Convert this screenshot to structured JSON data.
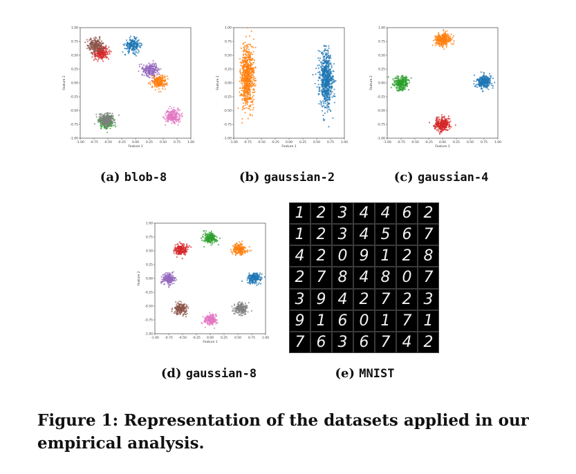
{
  "chart_data": [
    {
      "type": "scatter",
      "id": "blob-8",
      "xlabel": "Feature 1",
      "ylabel": "Feature 2",
      "xlim": [
        -1.0,
        1.0
      ],
      "ylim": [
        -1.0,
        1.0
      ],
      "xticks": [
        "-1.00",
        "-0.75",
        "-0.50",
        "-0.25",
        "0.00",
        "0.25",
        "0.50",
        "0.75",
        "1.00"
      ],
      "yticks": [
        "1.00",
        "0.75",
        "0.50",
        "0.25",
        "0.00",
        "-0.25",
        "-0.50",
        "-0.75",
        "-1.00"
      ],
      "series": [
        {
          "color": "#1f77b4",
          "center": [
            -0.05,
            0.68
          ],
          "spread": [
            0.07,
            0.06
          ],
          "n": 220
        },
        {
          "color": "#d62728",
          "center": [
            -0.62,
            0.55
          ],
          "spread": [
            0.07,
            0.06
          ],
          "n": 220
        },
        {
          "color": "#ff7f0e",
          "center": [
            0.42,
            0.02
          ],
          "spread": [
            0.07,
            0.06
          ],
          "n": 220
        },
        {
          "color": "#9467bd",
          "center": [
            0.28,
            0.24
          ],
          "spread": [
            0.07,
            0.06
          ],
          "n": 220
        },
        {
          "color": "#8c564b",
          "center": [
            -0.72,
            0.68
          ],
          "spread": [
            0.07,
            0.06
          ],
          "n": 220
        },
        {
          "color": "#2ca02c",
          "center": [
            -0.53,
            -0.7
          ],
          "spread": [
            0.07,
            0.06
          ],
          "n": 220
        },
        {
          "color": "#7f7f7f",
          "center": [
            -0.52,
            -0.67
          ],
          "spread": [
            0.07,
            0.06
          ],
          "n": 220
        },
        {
          "color": "#e377c2",
          "center": [
            0.67,
            -0.6
          ],
          "spread": [
            0.07,
            0.06
          ],
          "n": 220
        }
      ]
    },
    {
      "type": "scatter",
      "id": "gaussian-2",
      "xlabel": "Feature 1",
      "ylabel": "Feature 2",
      "xlim": [
        -1.0,
        1.0
      ],
      "ylim": [
        -1.0,
        1.0
      ],
      "xticks": [
        "-1.00",
        "-0.75",
        "-0.50",
        "-0.25",
        "0.00",
        "0.25",
        "0.50",
        "0.75",
        "1.00"
      ],
      "yticks": [
        "1.00",
        "0.75",
        "0.50",
        "0.25",
        "0.00",
        "-0.25",
        "-0.50",
        "-0.75",
        "-1.00"
      ],
      "series": [
        {
          "color": "#ff7f0e",
          "center": [
            -0.75,
            0.1
          ],
          "spread": [
            0.06,
            0.28
          ],
          "n": 700
        },
        {
          "color": "#1f77b4",
          "center": [
            0.67,
            0.05
          ],
          "spread": [
            0.06,
            0.25
          ],
          "n": 700
        }
      ]
    },
    {
      "type": "scatter",
      "id": "gaussian-4",
      "xlabel": "Feature 1",
      "ylabel": "Feature 2",
      "xlim": [
        -1.0,
        1.0
      ],
      "ylim": [
        -1.0,
        1.0
      ],
      "xticks": [
        "-1.00",
        "-0.75",
        "-0.50",
        "-0.25",
        "0.00",
        "0.25",
        "0.50",
        "0.75",
        "1.00"
      ],
      "yticks": [
        "1.00",
        "0.75",
        "0.50",
        "0.25",
        "0.00",
        "-0.25",
        "-0.50",
        "-0.75",
        "-1.00"
      ],
      "series": [
        {
          "color": "#ff7f0e",
          "center": [
            0.0,
            0.78
          ],
          "spread": [
            0.07,
            0.06
          ],
          "n": 300
        },
        {
          "color": "#2ca02c",
          "center": [
            -0.75,
            0.0
          ],
          "spread": [
            0.07,
            0.06
          ],
          "n": 300
        },
        {
          "color": "#1f77b4",
          "center": [
            0.75,
            0.02
          ],
          "spread": [
            0.07,
            0.06
          ],
          "n": 300
        },
        {
          "color": "#d62728",
          "center": [
            0.0,
            -0.75
          ],
          "spread": [
            0.07,
            0.06
          ],
          "n": 300
        }
      ]
    },
    {
      "type": "scatter",
      "id": "gaussian-8",
      "xlabel": "Feature 1",
      "ylabel": "Feature 2",
      "xlim": [
        -1.0,
        1.0
      ],
      "ylim": [
        -1.0,
        1.0
      ],
      "xticks": [
        "-1.00",
        "-0.75",
        "-0.50",
        "-0.25",
        "0.00",
        "0.25",
        "0.50",
        "0.75",
        "1.00"
      ],
      "yticks": [
        "1.00",
        "0.75",
        "0.50",
        "0.25",
        "0.00",
        "-0.25",
        "-0.50",
        "-0.75",
        "-1.00"
      ],
      "series": [
        {
          "color": "#2ca02c",
          "center": [
            0.0,
            0.73
          ],
          "spread": [
            0.06,
            0.05
          ],
          "n": 200
        },
        {
          "color": "#ff7f0e",
          "center": [
            0.53,
            0.53
          ],
          "spread": [
            0.06,
            0.05
          ],
          "n": 200
        },
        {
          "color": "#d62728",
          "center": [
            -0.53,
            0.52
          ],
          "spread": [
            0.06,
            0.05
          ],
          "n": 200
        },
        {
          "color": "#1f77b4",
          "center": [
            0.8,
            0.0
          ],
          "spread": [
            0.06,
            0.05
          ],
          "n": 200
        },
        {
          "color": "#9467bd",
          "center": [
            -0.75,
            0.0
          ],
          "spread": [
            0.06,
            0.05
          ],
          "n": 200
        },
        {
          "color": "#7f7f7f",
          "center": [
            0.55,
            -0.55
          ],
          "spread": [
            0.06,
            0.05
          ],
          "n": 200
        },
        {
          "color": "#8c564b",
          "center": [
            -0.53,
            -0.55
          ],
          "spread": [
            0.06,
            0.05
          ],
          "n": 200
        },
        {
          "color": "#e377c2",
          "center": [
            0.0,
            -0.75
          ],
          "spread": [
            0.06,
            0.05
          ],
          "n": 200
        }
      ]
    }
  ],
  "mnist": {
    "digits": [
      [
        "1",
        "2",
        "3",
        "4",
        "4",
        "6",
        "2"
      ],
      [
        "1",
        "2",
        "3",
        "4",
        "5",
        "6",
        "7"
      ],
      [
        "4",
        "2",
        "0",
        "9",
        "1",
        "2",
        "8"
      ],
      [
        "2",
        "7",
        "8",
        "4",
        "8",
        "0",
        "7"
      ],
      [
        "3",
        "9",
        "4",
        "2",
        "7",
        "2",
        "3"
      ],
      [
        "9",
        "1",
        "6",
        "0",
        "1",
        "7",
        "1"
      ],
      [
        "7",
        "6",
        "3",
        "6",
        "7",
        "4",
        "2"
      ]
    ]
  },
  "captions": {
    "a": {
      "prefix": "(a) ",
      "name": "blob-8"
    },
    "b": {
      "prefix": "(b) ",
      "name": "gaussian-2"
    },
    "c": {
      "prefix": "(c) ",
      "name": "gaussian-4"
    },
    "d": {
      "prefix": "(d) ",
      "name": "gaussian-8"
    },
    "e": {
      "prefix": "(e) ",
      "name": "MNIST"
    }
  },
  "figure_caption": "Figure 1: Representation of the datasets applied in our empirical analysis."
}
